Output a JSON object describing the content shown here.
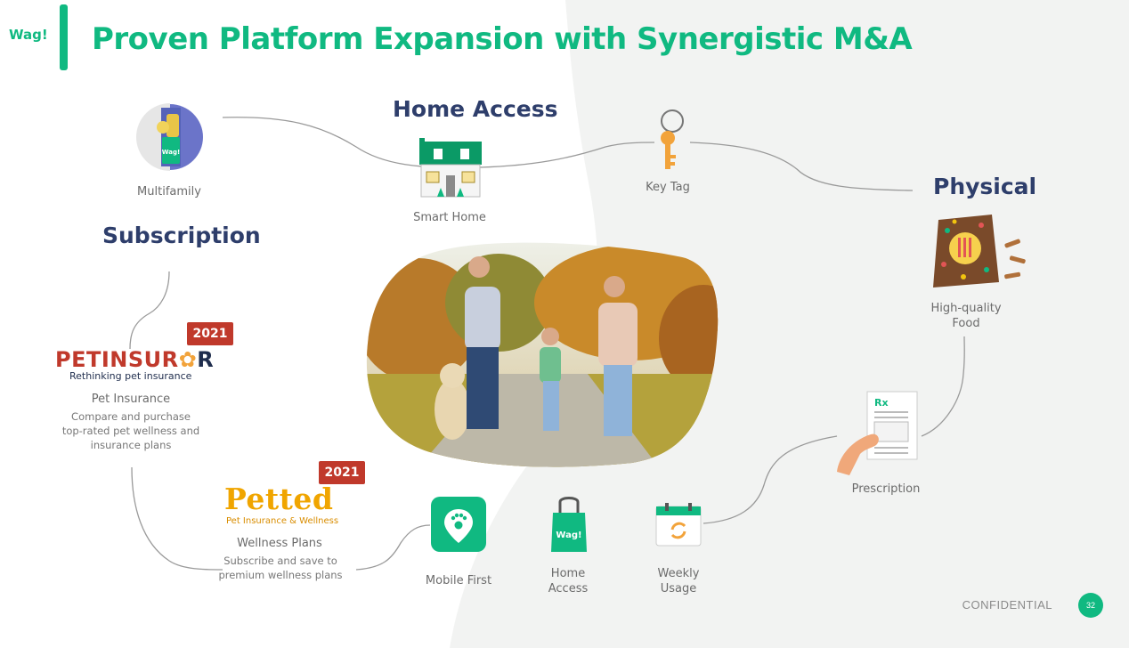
{
  "header": {
    "logo": "Wag!",
    "title": "Proven Platform Expansion with Synergistic M&A"
  },
  "sections": {
    "home_access": "Home Access",
    "physical": "Physical",
    "subscription": "Subscription"
  },
  "items": {
    "multifamily": "Multifamily",
    "smart_home": "Smart Home",
    "key_tag": "Key Tag",
    "high_quality_food": "High-quality Food",
    "prescription": "Prescription",
    "mobile_first": "Mobile First",
    "home_access_line1": "Home",
    "home_access_line2": "Access",
    "weekly_usage_line1": "Weekly",
    "weekly_usage_line2": "Usage"
  },
  "acquisitions": {
    "petinsurer": {
      "year": "2021",
      "logo_part1": "PETINSUR",
      "logo_part2": "R",
      "tagline": "Rethinking pet insurance",
      "name": "Pet Insurance",
      "description": "Compare and purchase top-rated pet wellness and insurance plans"
    },
    "petted": {
      "year": "2021",
      "logo": "Petted",
      "tagline": "Pet Insurance & Wellness",
      "name": "Wellness Plans",
      "description": "Subscribe and save to premium wellness plans"
    }
  },
  "icon_text": {
    "multifamily_tag": "Wag!",
    "bag_tag": "Wag!",
    "rx": "Rx"
  },
  "footer": {
    "confidential": "CONFIDENTIAL",
    "page_number": "32"
  },
  "colors": {
    "brand_green": "#10b981",
    "heading_navy": "#2e3e6b",
    "badge_red": "#c0392b",
    "petted_orange": "#f0a500"
  }
}
